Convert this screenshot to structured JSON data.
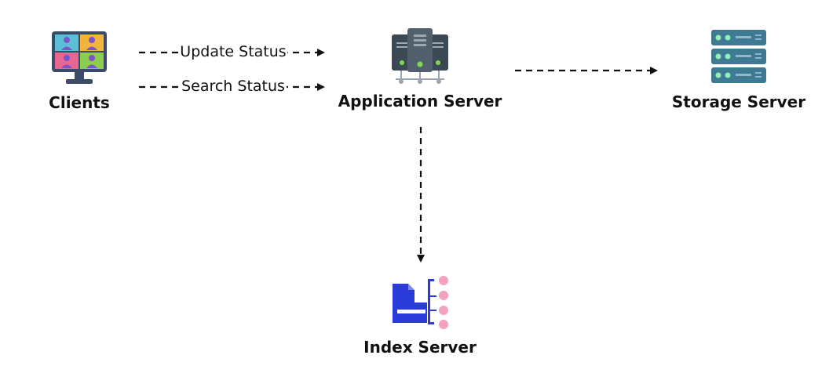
{
  "nodes": {
    "clients": {
      "label": "Clients",
      "icon": "video-conference-monitor-icon"
    },
    "app_server": {
      "label": "Application Server",
      "icon": "server-cluster-icon"
    },
    "storage_server": {
      "label": "Storage Server",
      "icon": "storage-rack-icon"
    },
    "index_server": {
      "label": "Index Server",
      "icon": "document-index-icon"
    }
  },
  "edges": {
    "update_status": {
      "label": "Update Status"
    },
    "search_status": {
      "label": "Search Status"
    }
  },
  "colors": {
    "arrow": "#111111",
    "monitor_frame": "#3b4a66",
    "tile_blue": "#5bc0d6",
    "tile_yellow": "#f2b53a",
    "tile_pink": "#e8668f",
    "tile_green": "#8ccc4f",
    "server_dark": "#3c4853",
    "server_mid": "#52606d",
    "server_led": "#7ed957",
    "storage_body": "#3f7a93",
    "storage_led": "#8ef0b8",
    "index_blue": "#2a3bd9",
    "index_pink": "#f2a3bb"
  }
}
